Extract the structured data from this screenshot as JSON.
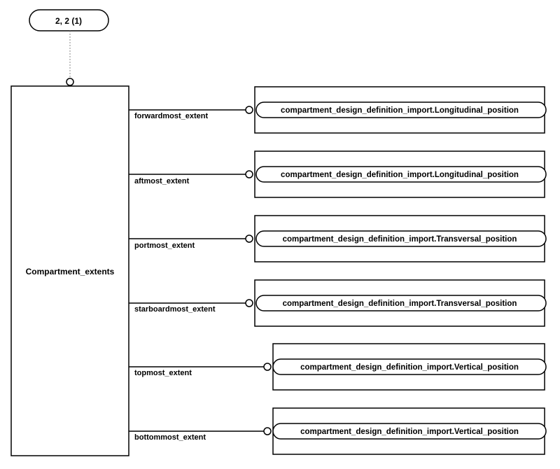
{
  "page_ref": {
    "label": "2, 2 (1)"
  },
  "entity": {
    "name": "Compartment_extents"
  },
  "attributes": [
    {
      "role": "forwardmost_extent",
      "type": "compartment_design_definition_import.Longitudinal_position"
    },
    {
      "role": "aftmost_extent",
      "type": "compartment_design_definition_import.Longitudinal_position"
    },
    {
      "role": "portmost_extent",
      "type": "compartment_design_definition_import.Transversal_position"
    },
    {
      "role": "starboardmost_extent",
      "type": "compartment_design_definition_import.Transversal_position"
    },
    {
      "role": "topmost_extent",
      "type": "compartment_design_definition_import.Vertical_position"
    },
    {
      "role": "bottommost_extent",
      "type": "compartment_design_definition_import.Vertical_position"
    }
  ]
}
